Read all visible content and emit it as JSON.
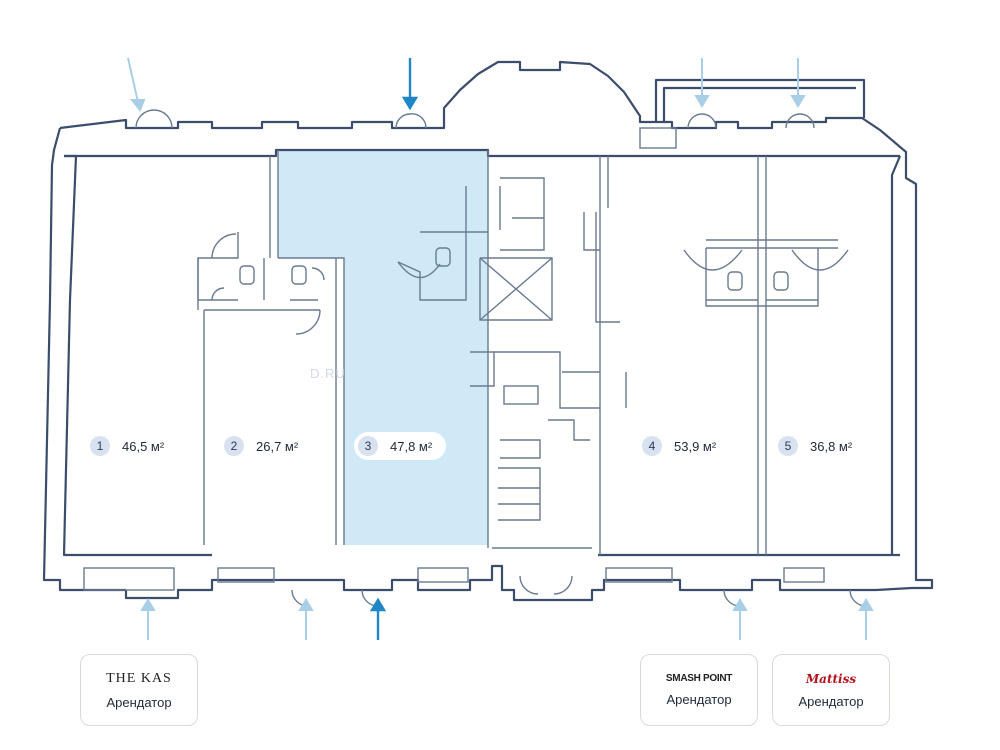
{
  "units": [
    {
      "number": "1",
      "area": "46,5 м²",
      "selected": false
    },
    {
      "number": "2",
      "area": "26,7 м²",
      "selected": false
    },
    {
      "number": "3",
      "area": "47,8 м²",
      "selected": true
    },
    {
      "number": "4",
      "area": "53,9 м²",
      "selected": false
    },
    {
      "number": "5",
      "area": "36,8 м²",
      "selected": false
    }
  ],
  "watermark": "D.RU",
  "tenants": [
    {
      "logo": "THE KAS",
      "role": "Арендатор"
    },
    {
      "logo": "SMASH POINT",
      "role": "Арендатор"
    },
    {
      "logo": "Mattiss",
      "role": "Арендатор"
    }
  ],
  "colors": {
    "wall": "#3b4d6b",
    "inner_wall": "#6a7a92",
    "selected_fill": "#cfe9f7",
    "entrance_arrow": "#a9cfe6",
    "selected_arrow": "#1f86c7"
  }
}
